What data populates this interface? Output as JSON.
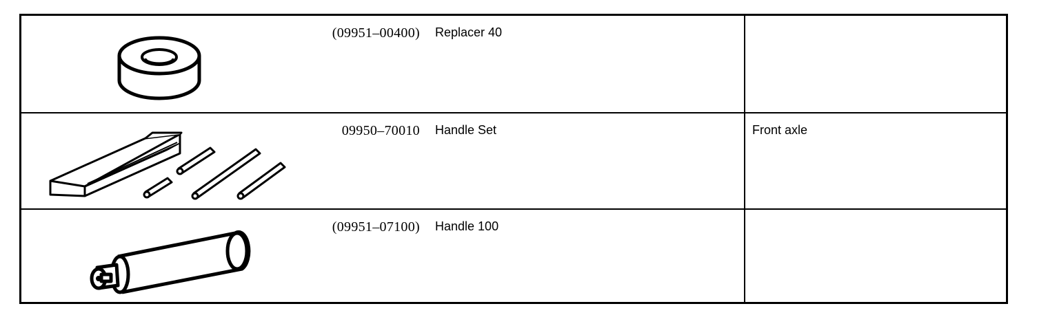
{
  "tools": [
    {
      "part_number": "(09951–00400)",
      "name": "Replacer 40",
      "remarks": "",
      "icon": "replacer-ring-icon"
    },
    {
      "part_number": "09950–70010",
      "name": "Handle Set",
      "remarks": "Front axle",
      "icon": "handle-set-icon"
    },
    {
      "part_number": "(09951–07100)",
      "name": "Handle 100",
      "remarks": "",
      "icon": "handle-rod-icon"
    }
  ]
}
